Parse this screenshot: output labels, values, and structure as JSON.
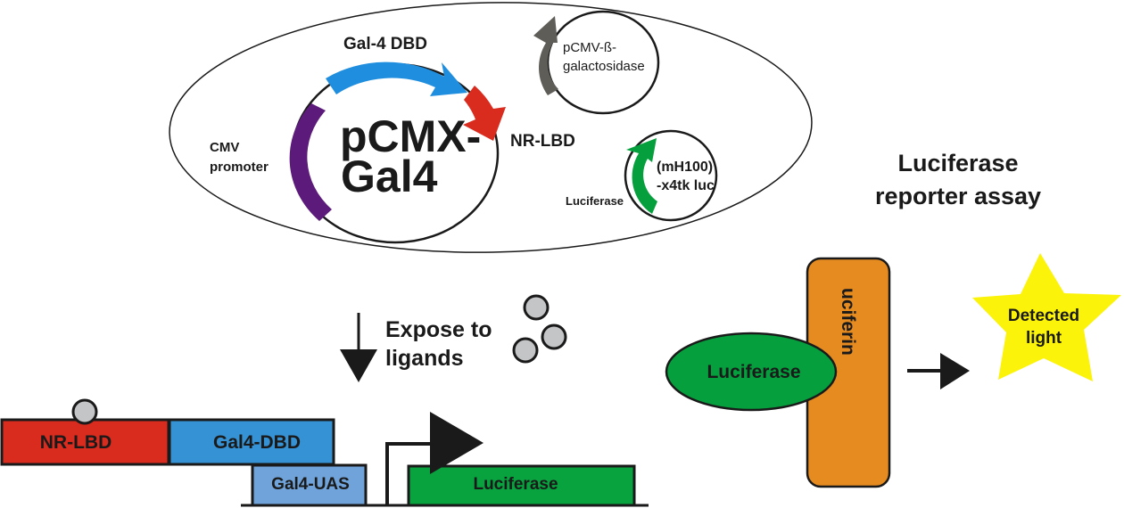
{
  "colors": {
    "blue_gal4": "#1f8ede",
    "red_nr": "#d92b1e",
    "purple_cmv": "#5c1a7a",
    "gray_bgal": "#5f5d58",
    "green_luc": "#05a03d",
    "box_blue": "#3592d4",
    "box_lightblue": "#6fa3da",
    "box_green": "#08a23e",
    "orange_luciferin": "#e68b1f",
    "yellow_star": "#fbf30a",
    "ligand_gray": "#c4c5c6",
    "stroke": "#1a1a1a"
  },
  "cell": {
    "main_plasmid": {
      "name_line1": "pCMX-",
      "name_line2": "Gal4",
      "label_dbd": "Gal-4 DBD",
      "label_lbd": "NR-LBD",
      "label_promoter_line1": "CMV",
      "label_promoter_line2": "promoter"
    },
    "bgal_plasmid": {
      "label_line1": "pCMV-ß-",
      "label_line2": "galactosidase"
    },
    "reporter_plasmid": {
      "label_line1": "(mH100)",
      "label_line2": "-x4tk luc",
      "gene_label": "Luciferase"
    }
  },
  "title": {
    "line1": "Luciferase",
    "line2": "reporter assay"
  },
  "step": {
    "line1": "Expose to",
    "line2": "ligands"
  },
  "construct": {
    "nr_lbd": "NR-LBD",
    "gal4_dbd": "Gal4-DBD",
    "gal4_uas": "Gal4-UAS",
    "luciferase": "Luciferase"
  },
  "reaction": {
    "enzyme": "Luciferase",
    "substrate": "uciferin",
    "product_line1": "Detected",
    "product_line2": "light"
  }
}
